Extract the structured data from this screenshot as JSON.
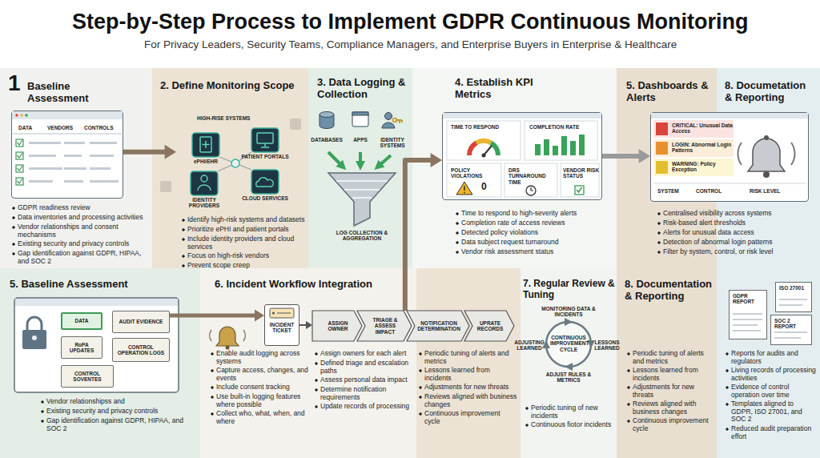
{
  "diagram": {
    "title": "Step-by-Step Process to Implement GDPR Continuous Monitoring",
    "caption": "For Privacy Leaders, Security Teams, Compliance Managers, and Enterprise Buyers in Enterprise & Healthcare",
    "nodes": [
      {
        "text": [
          "1",
          "Baseline Assessment",
          "GDPR readiness review",
          "Data inventories and processing activities",
          "Vendor relationships and consent mechanisms",
          "Existing security and privacy controls",
          "Gap identification against GDPR, HIPAA, and SOC 2"
        ]
      },
      {
        "text": [
          "DATA",
          "VENDORS",
          "CONTROLS"
        ],
        "in": 0
      },
      {
        "text": [
          "2. Define Monitoring Scope",
          "Identify high-risk systems and datasets",
          "Prioritize ePHI and patient portals",
          "Include identity providers and cloud services",
          "Focus on high-risk vendors",
          "Prevent scope creep"
        ]
      },
      {
        "text": [
          "HIGH-RISE SYSTEMS"
        ],
        "in": 2
      },
      {
        "text": [
          "ePHI/EHR"
        ],
        "in": 3
      },
      {
        "text": [
          "PATIENT PORTALS"
        ],
        "in": 3
      },
      {
        "text": [
          "IDENTITY PROVIDERS"
        ],
        "in": 3
      },
      {
        "text": [
          "CLOUD SERVICES"
        ],
        "in": 3
      },
      {
        "text": [
          "3. Data Logging & Collection"
        ]
      },
      {
        "text": [
          "4. Establish KPI Metrics",
          "Time to respond to high-severity alerts",
          "Completion rate of access reviews",
          "Detected policy violations",
          "Data subject request turnaround",
          "Vendor risk assessment status"
        ]
      },
      {
        "text": [
          "TIME TO RESPOND",
          "COMPLETION RATE",
          "POLICY VIOLATIONS",
          "0",
          "DRS TURNAROUND TIME",
          "VENDOR RISK STATUS"
        ],
        "in": 9
      },
      {
        "text": [
          "5. Dashboards & Alerts",
          "Centralised visibility across systems",
          "Risk-based alert thresholds",
          "Alerts for unusual data access",
          "Detection of abnormal login patterns",
          "Filter by system, control, or risk level"
        ]
      },
      {
        "text": [
          "CRITICAL: Unusual Data Access",
          "LOGIN: Abnormal Login Patterns",
          "WARNING: Policy Exception",
          "SYSTEM",
          "CONTROL",
          "RISK LEVEL"
        ],
        "in": 11
      },
      {
        "text": [
          "8. Documetation & Reporting",
          "Reports for audits and regulators",
          "Living records of processing activities",
          "Evidence of control operation over time",
          "Templates aligned to GDPR, ISO 27001, and SOC 2",
          "Reduced audit preparation effort"
        ]
      },
      {
        "text": [
          "GDPR REPORT"
        ],
        "in": 13
      },
      {
        "text": [
          "ISO 27001"
        ],
        "in": 13
      },
      {
        "text": [
          "SOC 2 REPORT"
        ],
        "in": 13
      },
      {
        "text": [
          "5. Baseline Assessment",
          "Vendor relationshipss and",
          "Existing security and privacy controls",
          "Gap identification against GDPR, HIPAA, and SOC 2"
        ]
      },
      {
        "text": [
          "DATA"
        ],
        "in": 17
      },
      {
        "text": [
          "AUDIT EVIDENCE"
        ],
        "in": 17
      },
      {
        "text": [
          "RoPA UPDATES"
        ],
        "in": 17
      },
      {
        "text": [
          "CONTROL OPERATION LOGS"
        ],
        "in": 17
      },
      {
        "text": [
          "CONTROL SOVENTES"
        ],
        "in": 17
      },
      {
        "text": [
          "6. Incident Workflow Integration",
          "Enable audit logging across systems",
          "Capture access, changes, and events",
          "Include consent tracking",
          "Use built-in logging features where possible",
          "Collect who, what, when, and where",
          "Assign owners for each alert",
          "Defined triage and escalation paths",
          "Assess personal data impact",
          "Determine notification requirements",
          "Update records of processing",
          "Periodic tuning of alerts and metrics",
          "Lessons learned from incidents",
          "Adjustments for new threats",
          "Reviews aligned with business changes",
          "Continuous improvement cycle"
        ]
      },
      {
        "text": [
          "INCIDENT TICKET"
        ],
        "in": 23
      },
      {
        "text": [
          "ASSIGN OWNER"
        ],
        "in": 23
      },
      {
        "text": [
          "TRIAGE & ASSESS IMPACT"
        ],
        "in": 23
      },
      {
        "text": [
          "NOTIFICATION DETERMINATION"
        ],
        "in": 23
      },
      {
        "text": [
          "UPRATE RECORDS"
        ],
        "in": 23
      },
      {
        "text": [
          "7. Regular Review & Tuning",
          "Periodic tuning of new incidents",
          "Continuous fiotor incidents"
        ]
      },
      {
        "text": [
          "8. Documentation & Reporting",
          "Periodic tuning of alerts and metrics",
          "Lessons learned from incidents",
          "Adjustments for new threats",
          "Reviews aligned with business changes",
          "Continuous improvement cycle"
        ]
      }
    ],
    "edges": [
      {
        "from": 1,
        "to": 3,
        "arrow": "to"
      },
      {
        "from": 10,
        "to": 12,
        "arrow": "to"
      },
      {
        "from": 19,
        "to": 24,
        "arrow": "to"
      },
      {
        "from": 26,
        "to": 10,
        "arrow": "to"
      },
      {
        "from": 24,
        "to": 25,
        "arrow": "to"
      }
    ],
    "labels": [
      "DATABASES",
      "APPS",
      "IDENTITY SYSTEMS",
      "LOG COLLECTION & AGGREGATION",
      "MONITORING DATA & INCIDENTS",
      "CONTINUOUS IMPROVEMENT CYCLE",
      "LESSONS LEARNED",
      "ADJUST RULES & METRICS",
      "ADJUSTING LEARNED"
    ]
  }
}
